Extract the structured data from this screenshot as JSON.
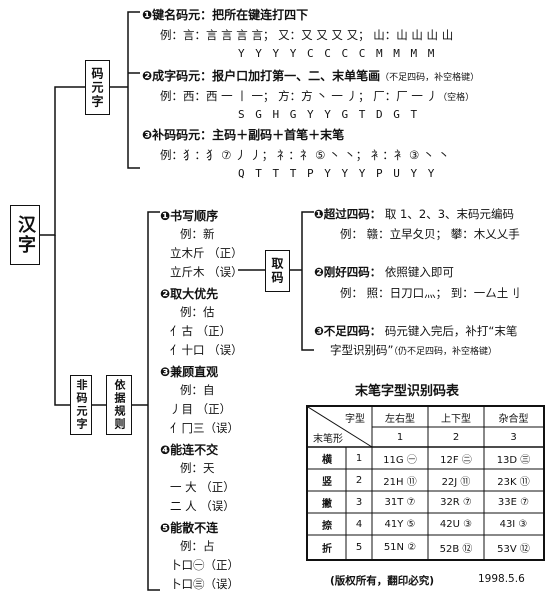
{
  "root": "汉字",
  "branch_code": "码元字",
  "branch_noncode": "非码元字",
  "branch_rule": "依据规则",
  "branch_take": "取码",
  "code_elements": {
    "key_name": {
      "title": "❶键名码元：把所在键连打四下",
      "line1": "例：言：言 言 言 言；    又：又 又 又 又；    山：山 山 山 山",
      "line2": "Y Y Y Y                    C C C C                    M M M M"
    },
    "component": {
      "title": "❷成字码元：报户口加打第一、二、末单笔画",
      "note": "（不足四码，补空格键）",
      "line1": "例：西：西 一 丨 一；    方：方 丶 一 丿；    厂：厂 一 丿",
      "note2": "（空格）",
      "line2": "S G H G                    Y Y G T                    D G T"
    },
    "supplement": {
      "title": "❸补码码元：主码＋副码＋首笔＋末笔",
      "line1": "例：犭：犭 ⑦ 丿 丿；  礻：礻 ⑤ 丶 丶；    衤：衤 ③ 丶 丶",
      "line2": "Q T T T                    P Y Y Y                    P U Y Y"
    }
  },
  "rules": [
    {
      "title": "❶书写顺序",
      "example": "例：新",
      "items": [
        "立木斤 （正）",
        "立斤木 （误）"
      ]
    },
    {
      "title": "❷取大优先",
      "example": "例：估",
      "items": [
        "亻古 （正）",
        "亻十口 （误）"
      ]
    },
    {
      "title": "❸兼顾直观",
      "example": "例：自",
      "items": [
        "丿目 （正）",
        "亻冂三（误）"
      ]
    },
    {
      "title": "❹能连不交",
      "example": "例：天",
      "items": [
        "一 大 （正）",
        "二 人 （误）"
      ]
    },
    {
      "title": "❺能散不连",
      "example": "例：占",
      "items": [
        "卜口㊀（正）",
        "卜口㊂（误）"
      ]
    }
  ],
  "take": [
    {
      "title": "❶超过四码：",
      "desc": "取 1、2、3、末码元编码",
      "example": "例：  赣：立早夂贝；  攀：木乂乂手"
    },
    {
      "title": "❷刚好四码：",
      "desc": "依照键入即可",
      "example": "例：  照：日刀口灬；  到：一厶土刂"
    },
    {
      "title": "❸不足四码：",
      "desc": "码元键入完后，补打“末笔",
      "desc2": "字型识别码”",
      "note": "（仍不足四码，补空格键）"
    }
  ],
  "table": {
    "title": "末笔字型识别码表",
    "corner_top": "字型",
    "corner_bottom": "末笔形",
    "types": [
      "左右型",
      "上下型",
      "杂合型"
    ],
    "type_nums": [
      "1",
      "2",
      "3"
    ],
    "rows": [
      {
        "stroke": "横",
        "num": "1",
        "cells": [
          "11G ㊀",
          "12F ㊁",
          "13D ㊂"
        ]
      },
      {
        "stroke": "竖",
        "num": "2",
        "cells": [
          "21H ⑪",
          "22J ⑪",
          "23K ⑪"
        ]
      },
      {
        "stroke": "撇",
        "num": "3",
        "cells": [
          "31T ⑦",
          "32R ⑦",
          "33E ⑦"
        ]
      },
      {
        "stroke": "捺",
        "num": "4",
        "cells": [
          "41Y ⑤",
          "42U ③",
          "43I ③"
        ]
      },
      {
        "stroke": "折",
        "num": "5",
        "cells": [
          "51N ②",
          "52B ⑫",
          "53V ⑫"
        ]
      }
    ]
  },
  "footer": "(版权所有，翻印必究)",
  "date": "1998.5.6"
}
